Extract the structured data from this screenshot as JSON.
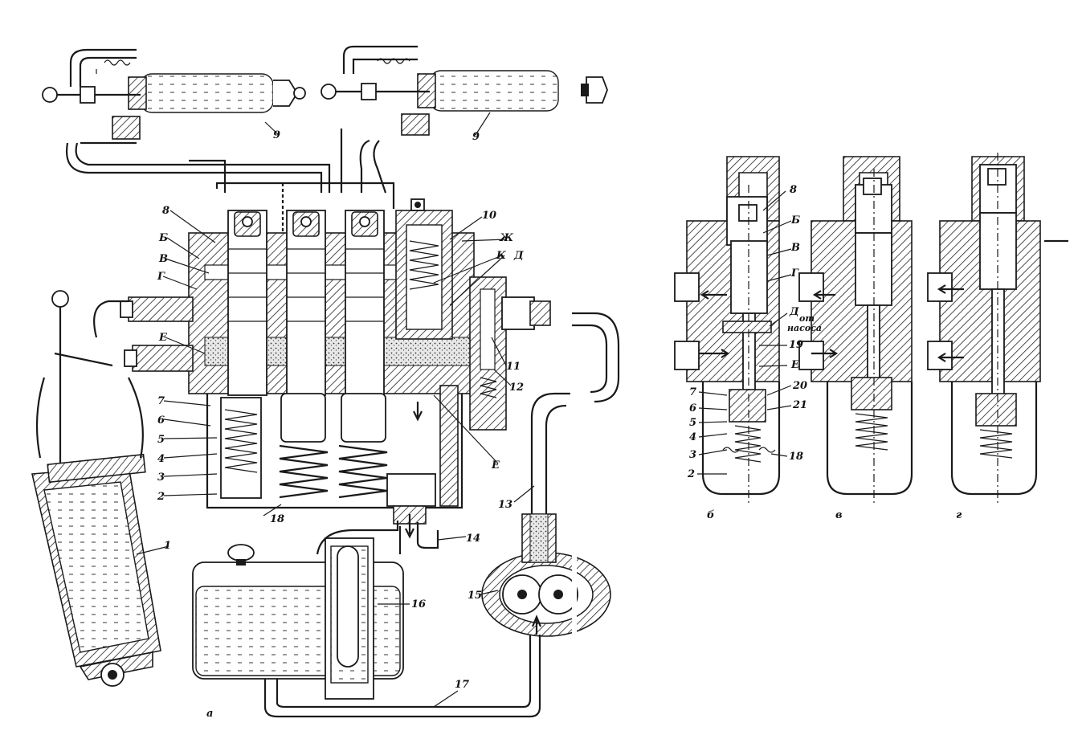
{
  "main_labels": {
    "n1": "1",
    "n2": "2",
    "n3": "3",
    "n4": "4",
    "n5": "5",
    "n6": "6",
    "n7": "7",
    "n8": "8",
    "n9a": "9",
    "n9b": "9",
    "n10": "10",
    "n11": "11",
    "n12": "12",
    "n13": "13",
    "n14": "14",
    "n15": "15",
    "n16": "16",
    "n17": "17",
    "n18": "18",
    "b": "Б",
    "v": "В",
    "g": "Г",
    "e1": "Е",
    "e2": "Е",
    "zh": "Ж",
    "k": "К",
    "d": "Д",
    "caption": "а"
  },
  "detail_labels": {
    "n8": "8",
    "b": "Б",
    "v": "В",
    "g": "Г",
    "d": "Д",
    "ot": "от",
    "nasosa": "насоса",
    "n19": "19",
    "e": "Е",
    "n20": "20",
    "n21": "21",
    "n18": "18",
    "n7": "7",
    "n6": "6",
    "n5": "5",
    "n4": "4",
    "n3": "3",
    "n2": "2",
    "cap_b": "б",
    "cap_v": "в",
    "cap_g": "г"
  }
}
